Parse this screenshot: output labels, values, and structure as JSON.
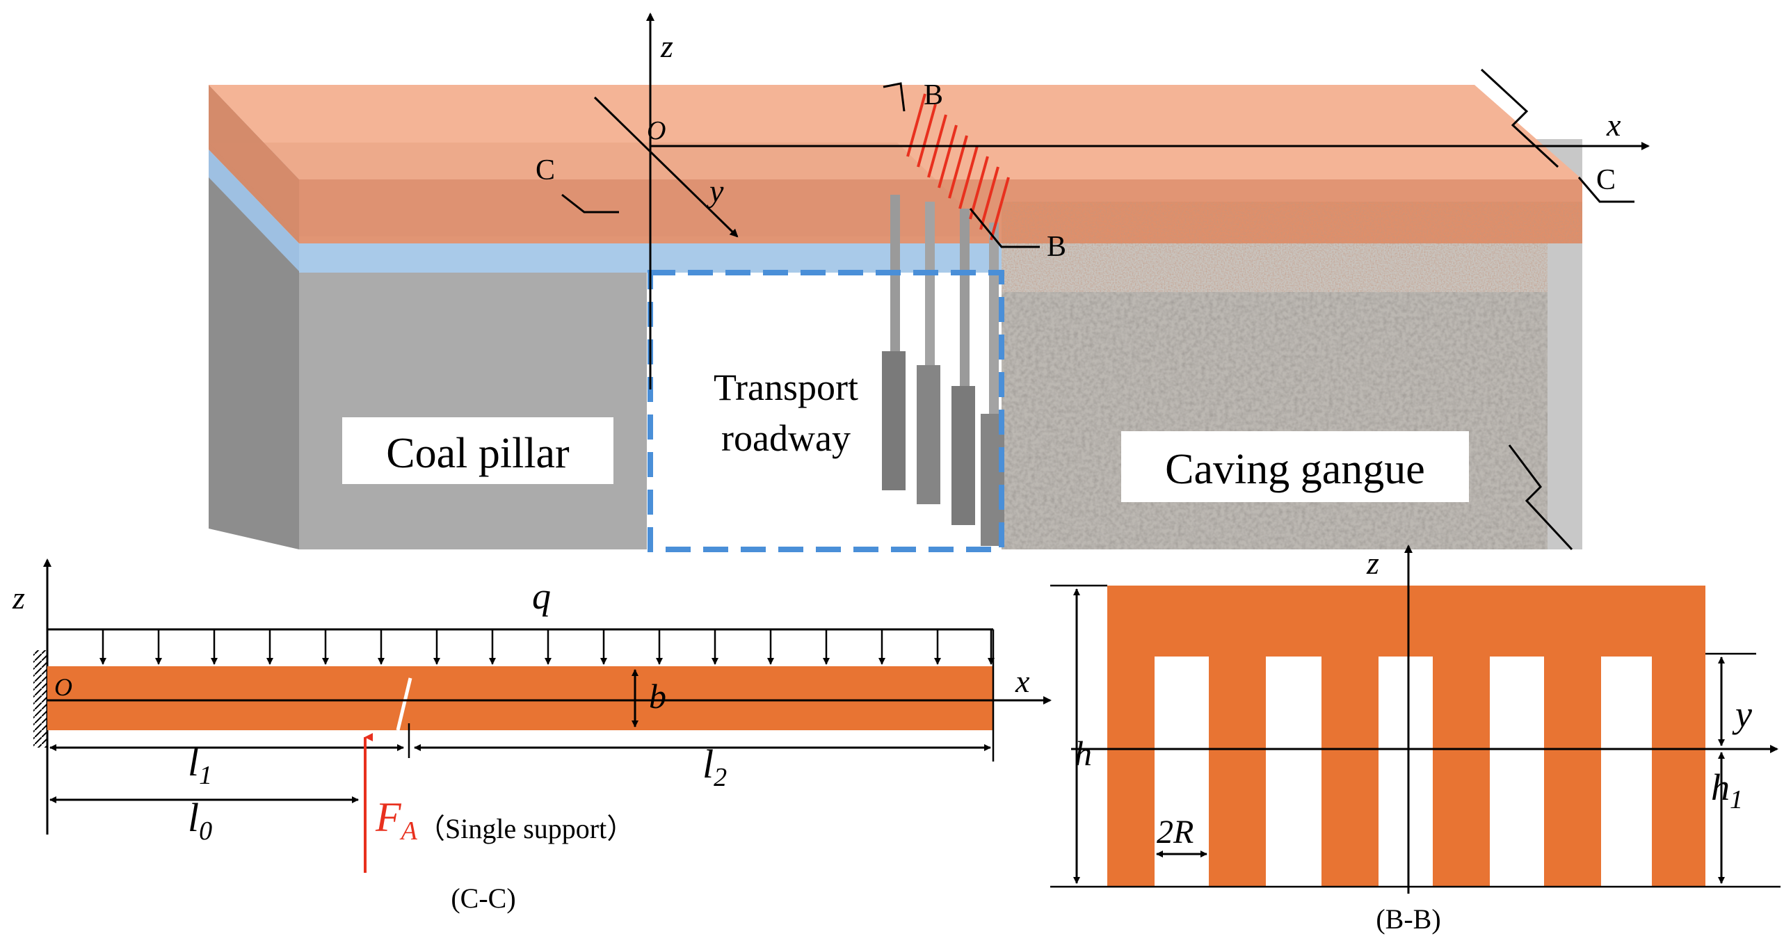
{
  "labels": {
    "coal_pillar": "Coal pillar",
    "transport_line1": "Transport",
    "transport_line2": "roadway",
    "caving_gangue": "Caving gangue",
    "axis_z": "z",
    "axis_x": "x",
    "axis_y": "y",
    "origin": "O",
    "section_b": "B",
    "section_c": "C",
    "beam_z": "z",
    "beam_o": "O",
    "beam_x": "x",
    "beam_q": "q",
    "beam_b": "b",
    "beam_l1": "l",
    "beam_l1_sub": "1",
    "beam_l2": "l",
    "beam_l2_sub": "2",
    "beam_l0": "l",
    "beam_l0_sub": "0",
    "force_main": "F",
    "force_sub": "A",
    "force_note": "（Single support）",
    "caption_cc": "(C-C)",
    "bb_z": "z",
    "bb_h": "h",
    "bb_y": "y",
    "bb_h1": "h",
    "bb_h1_sub": "1",
    "bb_2r": "2R",
    "caption_bb": "(B-B)"
  },
  "colors": {
    "roof_top": "#f4b496",
    "roof_mid": "#d98a6c",
    "roof_front": "#e8a07f",
    "blue_layer": "#a7c8e8",
    "pillar_front": "#ababab",
    "pillar_side": "#8a8a8a",
    "beam": "#e87433",
    "red": "#e8301e",
    "dash_blue": "#4a8fd8",
    "gangue": "#b8b4ae"
  }
}
